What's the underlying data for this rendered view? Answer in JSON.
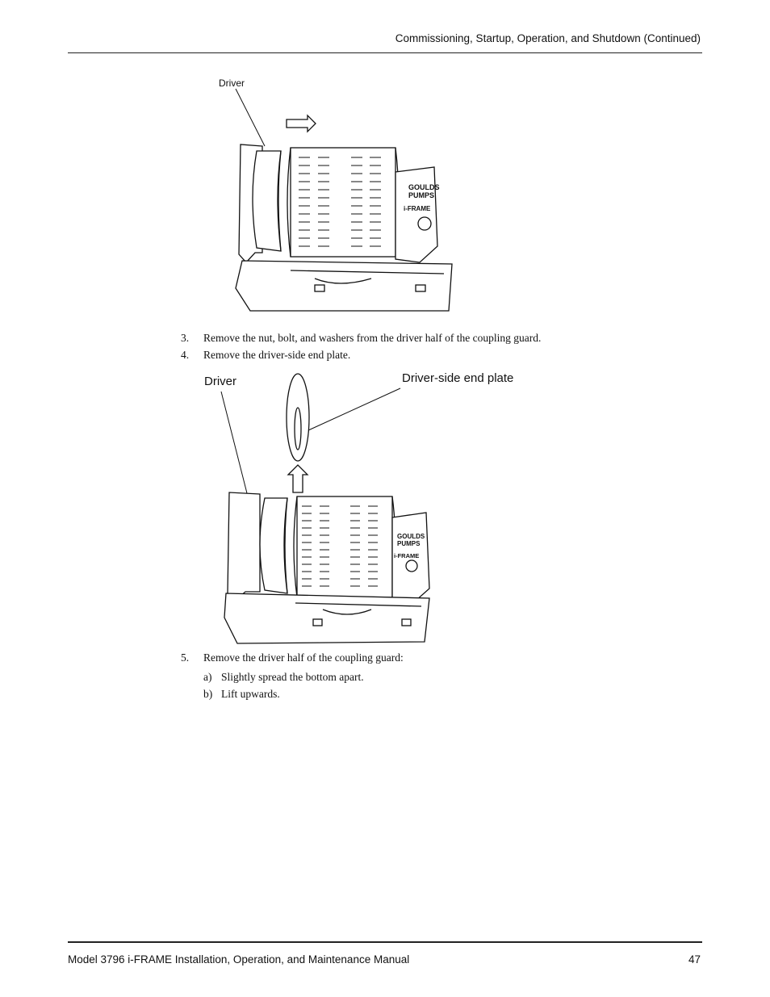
{
  "header": {
    "section_title": "Commissioning, Startup, Operation, and Shutdown (Continued)"
  },
  "figure1": {
    "label_driver": "Driver"
  },
  "steps": [
    {
      "num": "3.",
      "text": "Remove the nut, bolt, and washers from the driver half of the coupling guard."
    },
    {
      "num": "4.",
      "text": "Remove the driver-side end plate."
    },
    {
      "num": "5.",
      "text": "Remove the driver half of the coupling guard:"
    }
  ],
  "figure2": {
    "label_driver": "Driver",
    "label_end_plate": "Driver-side end plate"
  },
  "substeps": [
    {
      "num": "a)",
      "text": "Slightly spread the bottom apart."
    },
    {
      "num": "b)",
      "text": "Lift upwards."
    }
  ],
  "figure_brand": {
    "line1": "GOULDS",
    "line2": "PUMPS",
    "line3": "i-FRAME"
  },
  "footer": {
    "manual_title": "Model 3796 i-FRAME Installation, Operation, and Maintenance Manual",
    "page_number": "47"
  }
}
